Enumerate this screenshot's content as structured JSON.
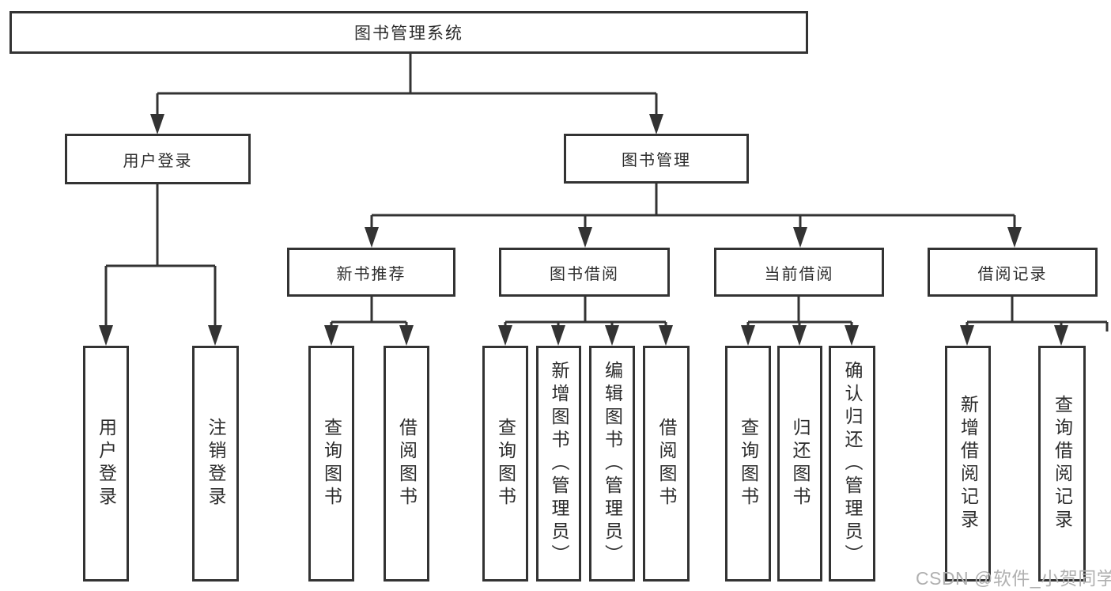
{
  "diagram_title": "图书管理系统",
  "nodes": {
    "root": {
      "label": "图书管理系统"
    },
    "user_login": {
      "label": "用户登录"
    },
    "book_management": {
      "label": "图书管理"
    },
    "new_book_recommend": {
      "label": "新书推荐"
    },
    "book_borrow": {
      "label": "图书借阅"
    },
    "current_borrow": {
      "label": "当前借阅"
    },
    "borrow_records": {
      "label": "借阅记录"
    },
    "login_user": {
      "label": "用户登录"
    },
    "login_logout": {
      "label": "注销登录"
    },
    "rec_query": {
      "label": "查询图书"
    },
    "rec_borrow": {
      "label": "借阅图书"
    },
    "bb_query": {
      "label": "查询图书"
    },
    "bb_add": {
      "label": "新增图书（管理员）"
    },
    "bb_edit": {
      "label": "编辑图书（管理员）"
    },
    "bb_borrow": {
      "label": "借阅图书"
    },
    "cb_query": {
      "label": "查询图书"
    },
    "cb_return": {
      "label": "归还图书"
    },
    "cb_confirm": {
      "label": "确认归还（管理员）"
    },
    "br_add": {
      "label": "新增借阅记录"
    },
    "br_query": {
      "label": "查询借阅记录"
    }
  },
  "hierarchy": {
    "图书管理系统": {
      "用户登录": [
        "用户登录",
        "注销登录"
      ],
      "图书管理": {
        "新书推荐": [
          "查询图书",
          "借阅图书"
        ],
        "图书借阅": [
          "查询图书",
          "新增图书（管理员）",
          "编辑图书（管理员）",
          "借阅图书"
        ],
        "当前借阅": [
          "查询图书",
          "归还图书",
          "确认归还（管理员）"
        ],
        "借阅记录": [
          "新增借阅记录",
          "查询借阅记录"
        ]
      }
    }
  },
  "watermark": {
    "text": "CSDN @软件_小贺同学"
  },
  "colors": {
    "line": "#333333",
    "box_border": "#333333",
    "text": "#2d2d2d",
    "watermark": "#b0b0b0",
    "background": "#ffffff"
  }
}
